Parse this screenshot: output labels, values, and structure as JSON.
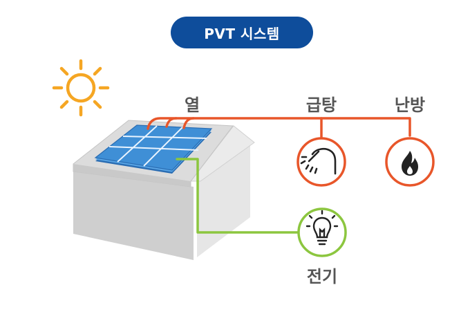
{
  "header": {
    "title": "PVT 시스템"
  },
  "labels": {
    "heat": "열",
    "hot_water": "급탕",
    "heating": "난방",
    "electricity": "전기"
  },
  "colors": {
    "header_bg": "#0e4d9b",
    "heat_line": "#e8562a",
    "electric_line": "#8cc63f",
    "sun": "#f5a623",
    "panel": "#3f8fd6",
    "house_front": "#d6d6d6",
    "house_side": "#e4e4e4",
    "label_text": "#555555"
  },
  "icons": {
    "sun": "sun-icon",
    "shower": "shower-icon",
    "flame": "flame-icon",
    "bulb": "lightbulb-icon"
  }
}
